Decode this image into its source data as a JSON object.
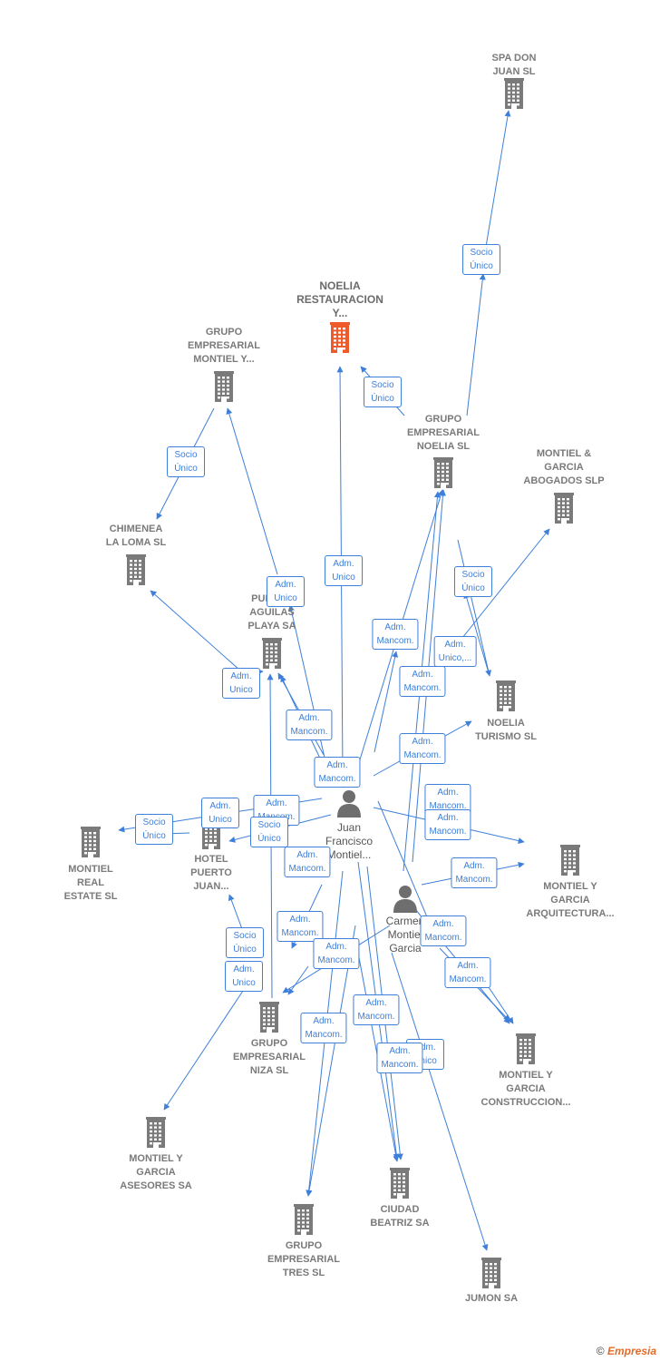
{
  "colors": {
    "edge": "#3d7fd9",
    "building": "#7a7a7a",
    "focus_building": "#ef5a2b",
    "person": "#6e6e6e"
  },
  "companies": [
    {
      "id": "spa",
      "label": "SPA DON\nJUAN  SL"
    },
    {
      "id": "noelia_rest",
      "label": "NOELIA\nRESTAURACION\nY...",
      "focus": true
    },
    {
      "id": "gem",
      "label": "GRUPO\nEMPRESARIAL\nMONTIEL Y..."
    },
    {
      "id": "gen",
      "label": "GRUPO\nEMPRESARIAL\nNOELIA SL"
    },
    {
      "id": "mgab",
      "label": "MONTIEL &\nGARCIA\nABOGADOS  SLP"
    },
    {
      "id": "chim",
      "label": "CHIMENEA\nLA LOMA SL"
    },
    {
      "id": "pag",
      "label": "PUERTO\nAGUILAS\nPLAYA SA"
    },
    {
      "id": "ntur",
      "label": "NOELIA\nTURISMO  SL"
    },
    {
      "id": "mre",
      "label": "MONTIEL\nREAL\nESTATE  SL"
    },
    {
      "id": "hpj",
      "label": "HOTEL\nPUERTO\nJUAN..."
    },
    {
      "id": "mgar",
      "label": "MONTIEL Y\nGARCIA\nARQUITECTURA..."
    },
    {
      "id": "gniza",
      "label": "GRUPO\nEMPRESARIAL\nNIZA SL"
    },
    {
      "id": "mgcon",
      "label": "MONTIEL Y\nGARCIA\nCONSTRUCCION..."
    },
    {
      "id": "mgas",
      "label": "MONTIEL Y\nGARCIA\nASESORES SA"
    },
    {
      "id": "cbea",
      "label": "CIUDAD\nBEATRIZ SA"
    },
    {
      "id": "gtres",
      "label": "GRUPO\nEMPRESARIAL\nTRES SL"
    },
    {
      "id": "jumon",
      "label": "JUMON SA"
    }
  ],
  "persons": [
    {
      "id": "juan",
      "label": "Juan\nFrancisco\nMontiel..."
    },
    {
      "id": "carmen",
      "label": "Carmen\nMontiel\nGarcia"
    }
  ],
  "relations": [
    {
      "id": "r1",
      "label": "Socio\nÚnico"
    },
    {
      "id": "r2",
      "label": "Socio\nÚnico"
    },
    {
      "id": "r3",
      "label": "Socio\nÚnico"
    },
    {
      "id": "r4",
      "label": "Adm.\nUnico"
    },
    {
      "id": "r5",
      "label": "Adm.\nUnico"
    },
    {
      "id": "r6",
      "label": "Socio\nÚnico"
    },
    {
      "id": "r7",
      "label": "Adm.\nMancom."
    },
    {
      "id": "r8",
      "label": "Adm.\nUnico,..."
    },
    {
      "id": "r9",
      "label": "Adm.\nUnico"
    },
    {
      "id": "r10",
      "label": "Adm.\nMancom."
    },
    {
      "id": "r11",
      "label": "Adm.\nMancom."
    },
    {
      "id": "r12",
      "label": "Adm.\nMancom."
    },
    {
      "id": "r13",
      "label": "Adm.\nMancom."
    },
    {
      "id": "r14",
      "label": "Adm.\nUnico"
    },
    {
      "id": "r15",
      "label": "Adm.\nMancom."
    },
    {
      "id": "r16",
      "label": "Socio\nÚnico"
    },
    {
      "id": "r17",
      "label": "Socio\nÚnico"
    },
    {
      "id": "r18",
      "label": "Adm.\nMancom."
    },
    {
      "id": "r19",
      "label": "Adm.\nMancom."
    },
    {
      "id": "r20",
      "label": "Adm.\nMancom."
    },
    {
      "id": "r21",
      "label": "Adm.\nMancom."
    },
    {
      "id": "r22",
      "label": "Adm.\nMancom."
    },
    {
      "id": "r23",
      "label": "Adm.\nMancom."
    },
    {
      "id": "r24",
      "label": "Adm.\nMancom."
    },
    {
      "id": "r25",
      "label": "Socio\nÚnico"
    },
    {
      "id": "r26",
      "label": "Adm.\nUnico"
    },
    {
      "id": "r27",
      "label": "Adm.\nMancom."
    },
    {
      "id": "r28",
      "label": "Adm.\nMancom."
    },
    {
      "id": "r29",
      "label": "Adm.\nMancom."
    },
    {
      "id": "r30",
      "label": "Adm.\nUnico"
    },
    {
      "id": "r31",
      "label": "Adm.\nMancom."
    }
  ],
  "footer": {
    "copyright": "©",
    "brand": "Empresia"
  }
}
